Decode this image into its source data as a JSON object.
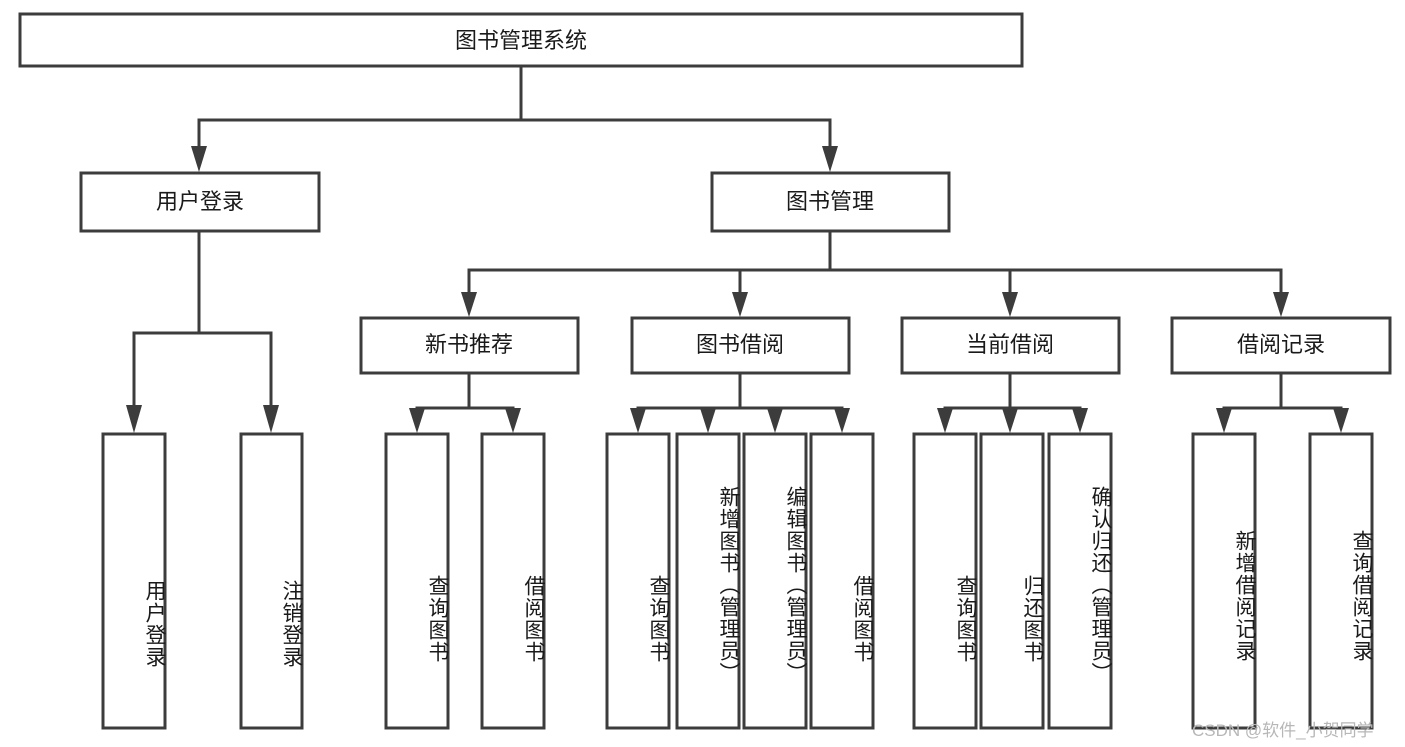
{
  "diagram": {
    "title": "图书管理系统",
    "type": "tree",
    "orientation": "top-down",
    "colors": {
      "box_fill": "#ffffff",
      "box_stroke": "#3c3c3c",
      "text": "#1a1a1a",
      "watermark": "#b7b7b7",
      "background": "#ffffff"
    },
    "root": {
      "label": "图书管理系统"
    },
    "level2": [
      {
        "label": "用户登录"
      },
      {
        "label": "图书管理"
      }
    ],
    "level3": [
      {
        "label": "新书推荐"
      },
      {
        "label": "图书借阅"
      },
      {
        "label": "当前借阅"
      },
      {
        "label": "借阅记录"
      }
    ],
    "leaves": {
      "user_login": [
        {
          "label": "用户登录"
        },
        {
          "label": "注销登录"
        }
      ],
      "new_book_recommend": [
        {
          "label": "查询图书"
        },
        {
          "label": "借阅图书"
        }
      ],
      "book_borrow": [
        {
          "label": "查询图书"
        },
        {
          "label": "新增图书（管理员）"
        },
        {
          "label": "编辑图书（管理员）"
        },
        {
          "label": "借阅图书"
        }
      ],
      "current_borrow": [
        {
          "label": "查询图书"
        },
        {
          "label": "归还图书"
        },
        {
          "label": "确认归还（管理员）"
        }
      ],
      "borrow_record": [
        {
          "label": "新增借阅记录"
        },
        {
          "label": "查询借阅记录"
        }
      ]
    },
    "watermark": "CSDN @软件_小贺同学"
  }
}
